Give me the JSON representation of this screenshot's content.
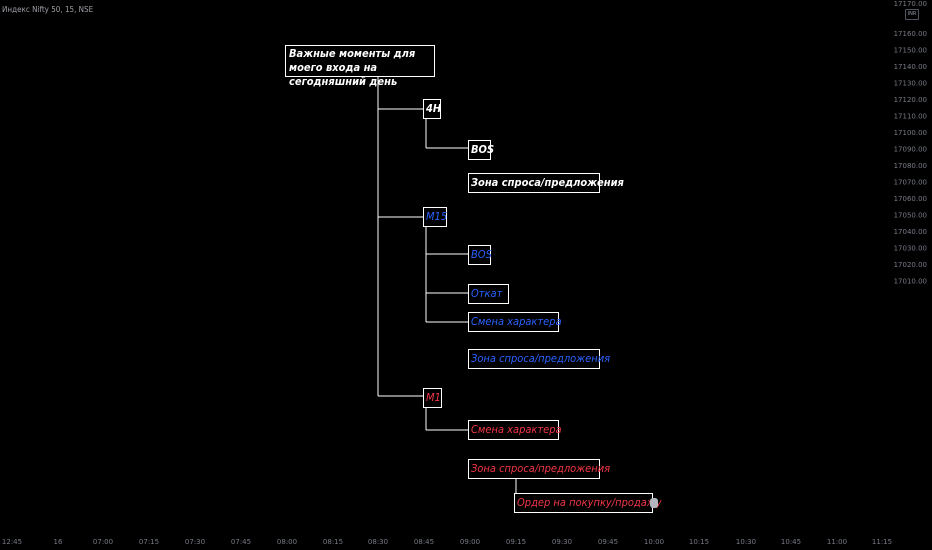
{
  "symbol": "Индекс Nifty 50, 15, NSE",
  "currency_badge": "INR",
  "colors": {
    "white": "#ffffff",
    "blue": "#2962ff",
    "red": "#f23645",
    "connector": "#ffffff",
    "axis_text": "#787b86"
  },
  "chart_data": {
    "type": "table",
    "y_axis": {
      "side": "right",
      "ticks": [
        "17170.00",
        "17160.00",
        "17150.00",
        "17140.00",
        "17130.00",
        "17120.00",
        "17110.00",
        "17100.00",
        "17090.00",
        "17080.00",
        "17070.00",
        "17060.00",
        "17050.00",
        "17040.00",
        "17030.00",
        "17020.00",
        "17010.00"
      ],
      "top_partial": "17170.00"
    },
    "x_axis": {
      "ticks": [
        "12:45",
        "16",
        "07:00",
        "07:15",
        "07:30",
        "07:45",
        "08:00",
        "08:15",
        "08:30",
        "08:45",
        "09:00",
        "09:15",
        "09:30",
        "09:45",
        "10:00",
        "10:15",
        "10:30",
        "10:45",
        "11:00",
        "11:15"
      ]
    },
    "tree": {
      "root": "Важные моменты для моего входа на сегодняшний день",
      "nodes": [
        {
          "id": "h4",
          "label": "4H",
          "color": "white",
          "parent": "root"
        },
        {
          "id": "h4_bos",
          "label": "BOS",
          "color": "white",
          "parent": "h4"
        },
        {
          "id": "h4_zone",
          "label": "Зона спроса/предложения",
          "color": "white",
          "parent": "h4"
        },
        {
          "id": "m15",
          "label": "M15",
          "color": "blue",
          "parent": "root"
        },
        {
          "id": "m15_bos",
          "label": "BOS",
          "color": "blue",
          "parent": "m15"
        },
        {
          "id": "m15_pullback",
          "label": "Откат",
          "color": "blue",
          "parent": "m15"
        },
        {
          "id": "m15_choch",
          "label": "Смена характера",
          "color": "blue",
          "parent": "m15"
        },
        {
          "id": "m15_zone",
          "label": "Зона спроса/предложения",
          "color": "blue",
          "parent": "m15"
        },
        {
          "id": "m1",
          "label": "M1",
          "color": "red",
          "parent": "root"
        },
        {
          "id": "m1_choch",
          "label": "Смена характера",
          "color": "red",
          "parent": "m1"
        },
        {
          "id": "m1_zone",
          "label": "Зона спроса/предложения",
          "color": "red",
          "parent": "m1"
        },
        {
          "id": "m1_order",
          "label": "Ордер на покупку/продажу",
          "color": "red",
          "parent": "m1_zone"
        }
      ]
    }
  }
}
